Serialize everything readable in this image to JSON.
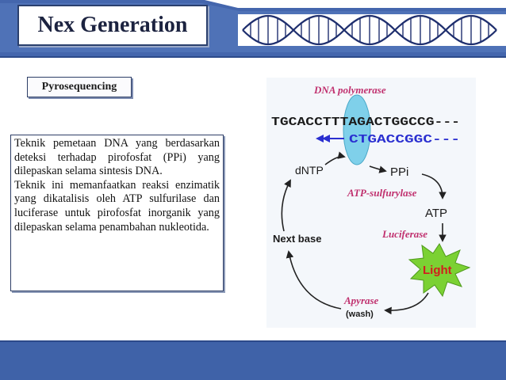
{
  "slide": {
    "title": "Nex Generation",
    "section_label": "Pyrosequencing",
    "description": [
      "Teknik pemetaan DNA yang berdasarkan deteksi terhadap pirofosfat (PPi) yang dilepaskan selama sintesis DNA.",
      "Teknik ini memanfaatkan reaksi enzimatik yang dikatalisis oleh ATP sulfurilase dan luciferase untuk pirofosfat inorganik yang dilepaskan selama penambahan nukleotida."
    ]
  },
  "diagram": {
    "polymerase_label": "DNA polymerase",
    "template_strand": "TGCACCTTTAGACTGGCCG---",
    "new_strand": "CTGACCGGC---",
    "dntp_label": "dNTP",
    "ppi_label": "PPi",
    "atp_sulfurylase_label": "ATP-sulfurylase",
    "atp_label": "ATP",
    "luciferase_label": "Luciferase",
    "light_label": "Light",
    "next_base_label": "Next base",
    "apyrase_label": "Apyrase",
    "wash_label": "(wash)"
  },
  "colors": {
    "header_band": "#3f62a8",
    "enzyme_text": "#c0306e",
    "new_strand": "#2a2fd0",
    "light_burst": "#7bd133",
    "light_text": "#d21d1d",
    "polymerase_blob": "#7fd0ea"
  }
}
